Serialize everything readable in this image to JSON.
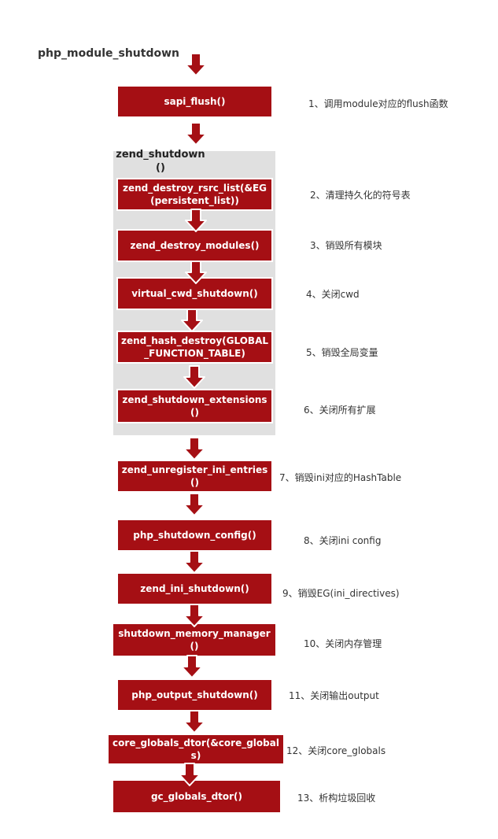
{
  "title": "php_module_shutdown",
  "group_label": "zend_shutdown ()",
  "colors": {
    "box": "#a50f14",
    "group_bg": "#e0e0e0",
    "arrow": "#a50f14"
  },
  "steps": [
    {
      "label": "sapi_flush()",
      "note": "1、调用module对应的flush函数"
    },
    {
      "label": "zend_destroy_rsrc_list(&EG(persistent_list))",
      "note": "2、清理持久化的符号表"
    },
    {
      "label": "zend_destroy_modules()",
      "note": "3、销毁所有模块"
    },
    {
      "label": "virtual_cwd_shutdown()",
      "note": "4、关闭cwd"
    },
    {
      "label": "zend_hash_destroy(GLOBAL_FUNCTION_TABLE)",
      "note": "5、销毁全局变量"
    },
    {
      "label": "zend_shutdown_extensions()",
      "note": "6、关闭所有扩展"
    },
    {
      "label": "zend_unregister_ini_entries()",
      "note": "7、销毁ini对应的HashTable"
    },
    {
      "label": "php_shutdown_config()",
      "note": "8、关闭ini config"
    },
    {
      "label": "zend_ini_shutdown()",
      "note": "9、销毁EG(ini_directives)"
    },
    {
      "label": "shutdown_memory_manager()",
      "note": "10、关闭内存管理"
    },
    {
      "label": "php_output_shutdown()",
      "note": "11、关闭输出output"
    },
    {
      "label": "core_globals_dtor(&core_globals)",
      "note": "12、关闭core_globals"
    },
    {
      "label": "gc_globals_dtor()",
      "note": "13、析构垃圾回收"
    }
  ]
}
